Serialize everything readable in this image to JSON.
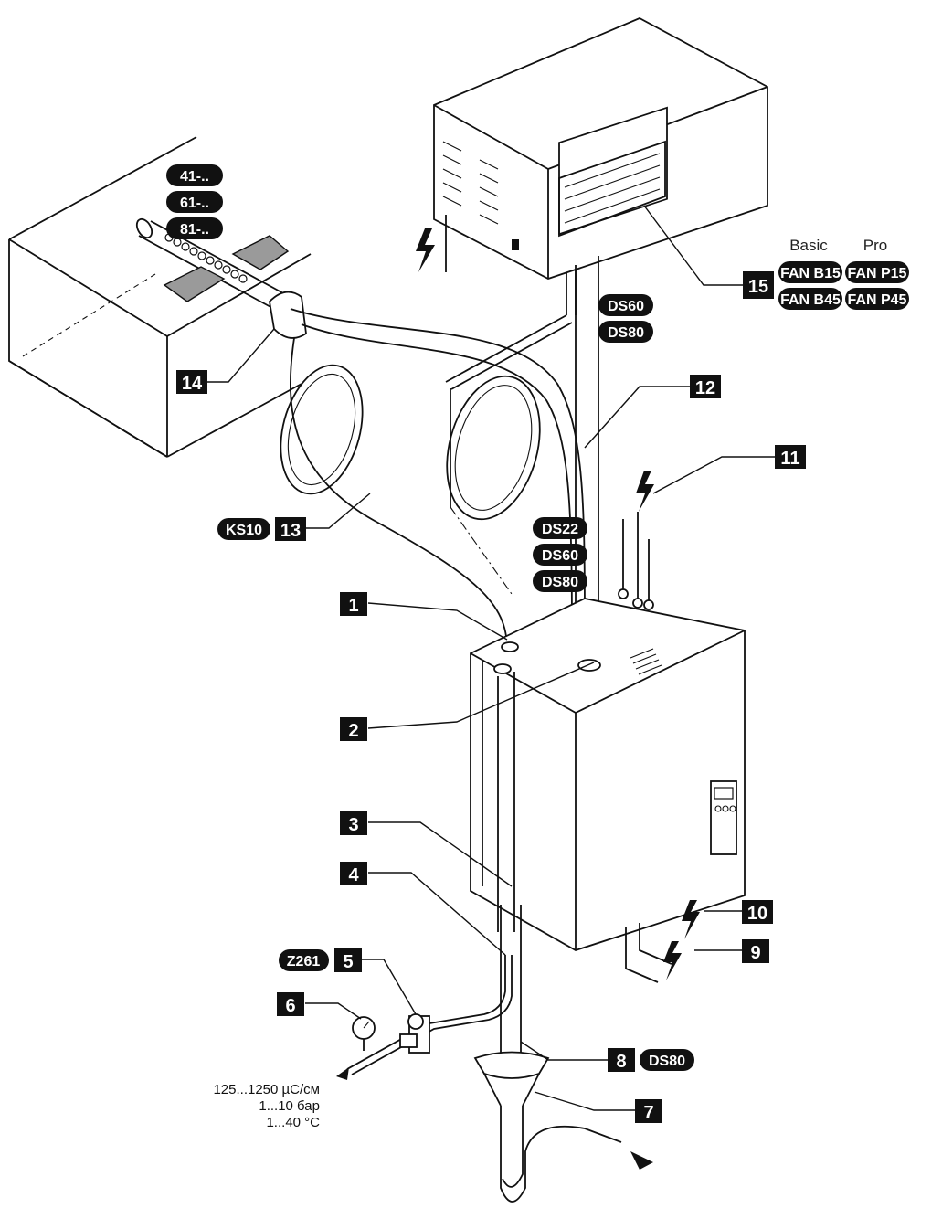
{
  "numbers": {
    "n1": "1",
    "n2": "2",
    "n3": "3",
    "n4": "4",
    "n5": "5",
    "n6": "6",
    "n7": "7",
    "n8": "8",
    "n9": "9",
    "n10": "10",
    "n11": "11",
    "n12": "12",
    "n13": "13",
    "n14": "14",
    "n15": "15"
  },
  "tags": {
    "duct_41": "41-..",
    "duct_61": "61-..",
    "duct_81": "81-..",
    "ks10": "KS10",
    "z261": "Z261",
    "ds22": "DS22",
    "ds60_main": "DS60",
    "ds80_main": "DS80",
    "ds60_fan": "DS60",
    "ds80_fan": "DS80",
    "ds80_drain": "DS80",
    "fan_b15": "FAN B15",
    "fan_p15": "FAN P15",
    "fan_b45": "FAN B45",
    "fan_p45": "FAN P45"
  },
  "headers": {
    "basic": "Basic",
    "pro": "Pro"
  },
  "water_spec": {
    "conductivity": "125...1250 µС/см",
    "pressure": "1...10 бар",
    "temperature": "1...40 °С"
  },
  "icons": [
    "lightning-icon",
    "flow-arrow-icon",
    "pressure-gauge-icon"
  ],
  "colors": {
    "ink": "#111111",
    "paper": "#ffffff",
    "arrow_gray": "#9a9a9a"
  }
}
